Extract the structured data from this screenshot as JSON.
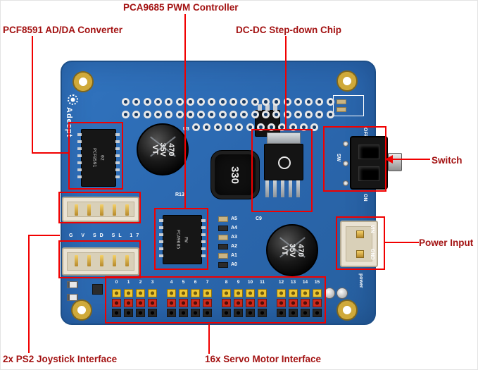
{
  "annotations": {
    "pca9685": "PCA9685 PWM Controller",
    "pcf8591": "PCF8591 AD/DA Converter",
    "dcdc": "DC-DC Step-down Chip",
    "switch_label": "Switch",
    "power_input": "Power Input",
    "ps2": "2x PS2 Joystick Interface",
    "servo": "16x Servo Motor Interface"
  },
  "board": {
    "brand": "Adeept",
    "big_cap": {
      "line1": "470",
      "line2": "35V",
      "line3": "VT"
    },
    "small_cap": {
      "line1": "470",
      "line2": "35V",
      "line3": "VT"
    },
    "inductor": "330",
    "pcf_chip": {
      "line1": "PCF8591",
      "line2": "02"
    },
    "pca_chip": {
      "line1": "PCA9685",
      "line2": "PW"
    },
    "power_pins": {
      "vin": "VIN",
      "gnd": "GND"
    },
    "switch": {
      "on": "ON",
      "off": "OFF",
      "sw": "SW"
    },
    "silkscreen": {
      "u3": "U3",
      "r13": "R13",
      "c9": "C9",
      "ps2_pins": "G V SD SL 17",
      "power_text": "power",
      "adc": [
        "A5",
        "A4",
        "A3",
        "A2",
        "A1",
        "A0"
      ]
    },
    "servo_numbers": [
      "0",
      "1",
      "2",
      "3",
      "4",
      "5",
      "6",
      "7",
      "8",
      "9",
      "10",
      "11",
      "12",
      "13",
      "14",
      "15"
    ]
  },
  "colors": {
    "annotation_line": "#f10000",
    "annotation_text": "#a31212",
    "board_blue": "#2e6fb8",
    "hole_gold": "#cfa93a",
    "servo_yellow": "#eec731",
    "servo_red": "#cd2a1d",
    "servo_black": "#262626"
  }
}
